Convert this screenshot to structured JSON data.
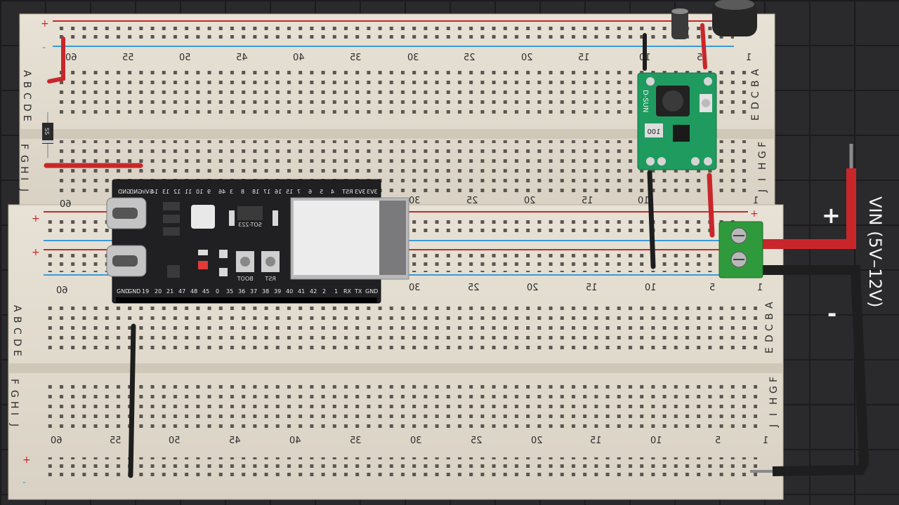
{
  "power_input": {
    "label": "VIN (5V–12V)",
    "plus_symbol": "+",
    "minus_symbol": "-"
  },
  "breadboard": {
    "column_numbers": [
      "1",
      "5",
      "10",
      "15",
      "20",
      "25",
      "30",
      "35",
      "40",
      "45",
      "50",
      "55",
      "60"
    ],
    "rows_upper": [
      "A",
      "B",
      "C",
      "D",
      "E"
    ],
    "rows_lower": [
      "F",
      "G",
      "H",
      "I",
      "J"
    ],
    "rail_plus": "+",
    "rail_minus": "-"
  },
  "esp32_board": {
    "top_pins": [
      "GND",
      "GND",
      "5Vin",
      "14",
      "13",
      "12",
      "11",
      "10",
      "9",
      "46",
      "3",
      "8",
      "18",
      "17",
      "16",
      "15",
      "7",
      "6",
      "5",
      "4",
      "RST",
      "3V3",
      "3V3"
    ],
    "bottom_pins": [
      "GND",
      "GND",
      "19",
      "20",
      "21",
      "47",
      "48",
      "45",
      "0",
      "35",
      "36",
      "37",
      "38",
      "39",
      "40",
      "41",
      "42",
      "2",
      "1",
      "RX",
      "TX",
      "GND"
    ],
    "regulator_label": "SOT-223",
    "boot_label": "BOOT",
    "rst_label": "RST"
  },
  "buck_module": {
    "brand": "D-SUN",
    "inductor_code": "100"
  },
  "diode": {
    "marking": "SS"
  },
  "colors": {
    "wire_red": "#c9262b",
    "wire_black": "#1e1e1e",
    "module_green": "#1f9b60",
    "terminal_green": "#2f9a3c",
    "board_black": "#202022"
  }
}
